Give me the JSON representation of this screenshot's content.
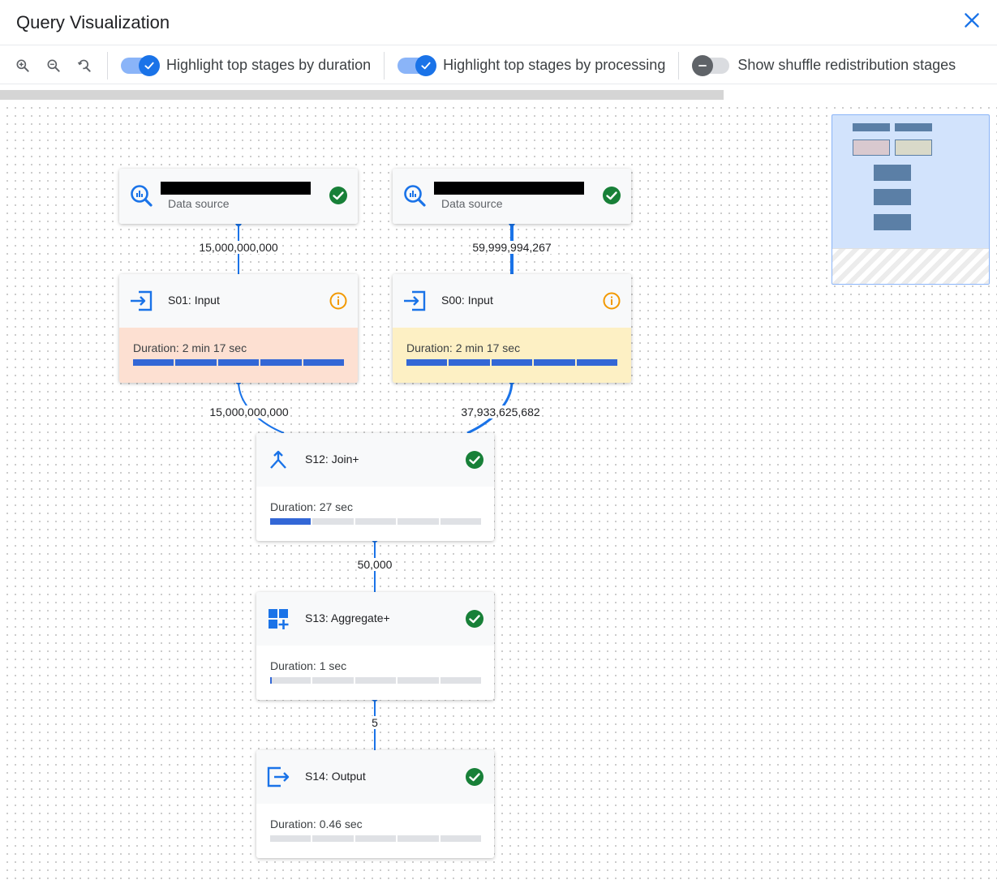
{
  "header": {
    "title": "Query Visualization"
  },
  "toolbar": {
    "toggles": [
      {
        "label": "Highlight top stages by duration",
        "on": true
      },
      {
        "label": "Highlight top stages by processing",
        "on": true
      },
      {
        "label": "Show shuffle redistribution stages",
        "on": false
      }
    ]
  },
  "datasources": [
    {
      "subtitle": "Data source"
    },
    {
      "subtitle": "Data source"
    }
  ],
  "stages": [
    {
      "label": "S01: Input",
      "duration": "Duration: 2 min 17 sec",
      "progress": 1.0
    },
    {
      "label": "S00: Input",
      "duration": "Duration: 2 min 17 sec",
      "progress": 1.0
    },
    {
      "label": "S12: Join+",
      "duration": "Duration: 27 sec",
      "progress": 0.2
    },
    {
      "label": "S13: Aggregate+",
      "duration": "Duration: 1 sec",
      "progress": 0.008
    },
    {
      "label": "S14: Output",
      "duration": "Duration: 0.46 sec",
      "progress": 0.0
    }
  ],
  "edges": [
    {
      "label": "15,000,000,000"
    },
    {
      "label": "59,999,994,267"
    },
    {
      "label": "15,000,000,000"
    },
    {
      "label": "37,933,625,682"
    },
    {
      "label": "50,000"
    },
    {
      "label": "5"
    }
  ],
  "colors": {
    "accent": "#1a73e8",
    "progress": "#3367d6",
    "success": "#188038",
    "warning": "#f29900",
    "top_duration": "#fde0d2",
    "top_processing": "#fdf0c4"
  },
  "icons": {
    "close": "close-icon",
    "zoom_in": "zoom-in-icon",
    "zoom_out": "zoom-out-icon",
    "zoom_reset": "zoom-reset-icon",
    "datasource": "bigquery-icon",
    "input": "input-icon",
    "join": "merge-icon",
    "aggregate": "aggregate-icon",
    "output": "output-icon",
    "status_ok": "check-circle-icon",
    "status_info": "info-icon"
  }
}
